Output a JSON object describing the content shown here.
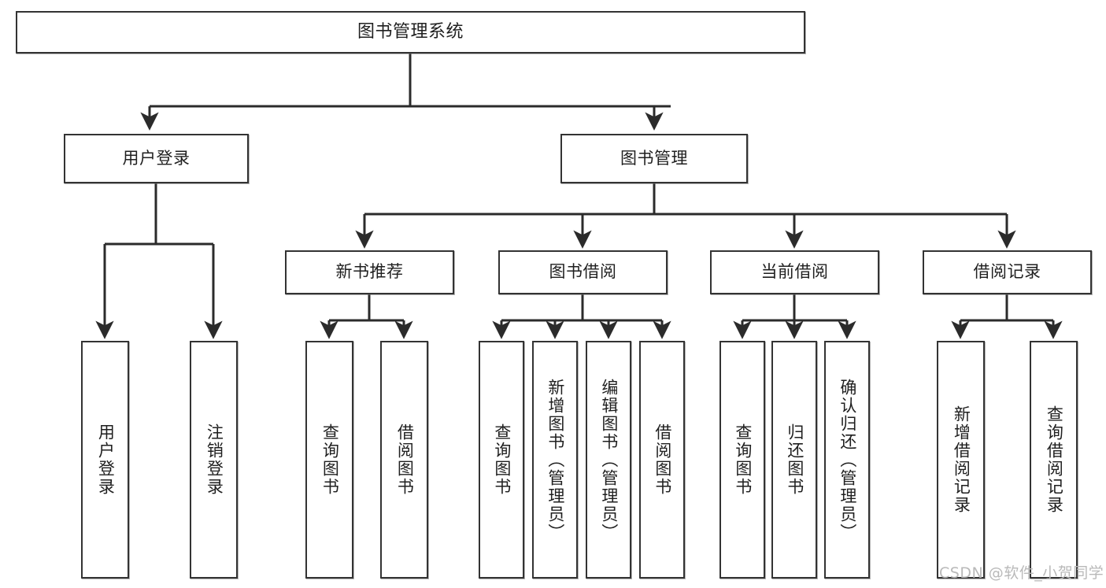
{
  "diagram": {
    "title": "图书管理系统",
    "type": "tree-structure-chart",
    "colors": {
      "box_border": "#333333",
      "box_fill": "#ffffff",
      "edge": "#2b2b2b",
      "text": "#1f1f1f",
      "watermark": "#b9b9b9",
      "background": "#ffffff"
    }
  },
  "nodes": {
    "root": {
      "label": "图书管理系统"
    },
    "level2": [
      {
        "id": "user-login",
        "label": "用户登录"
      },
      {
        "id": "book-manage",
        "label": "图书管理"
      }
    ],
    "level3": [
      {
        "id": "new-book-recommend",
        "label": "新书推荐"
      },
      {
        "id": "book-borrow",
        "label": "图书借阅"
      },
      {
        "id": "current-borrow",
        "label": "当前借阅"
      },
      {
        "id": "borrow-record",
        "label": "借阅记录"
      }
    ],
    "leaves": {
      "user_login": [
        {
          "id": "leaf-user-login",
          "label": "用户登录"
        },
        {
          "id": "leaf-logout-login",
          "label": "注销登录"
        }
      ],
      "new_book_recommend": [
        {
          "id": "leaf-query-book-1",
          "label": "查询图书"
        },
        {
          "id": "leaf-borrow-book-1",
          "label": "借阅图书"
        }
      ],
      "book_borrow": [
        {
          "id": "leaf-query-book-2",
          "label": "查询图书"
        },
        {
          "id": "leaf-add-book",
          "label": "新增图书（管理员）"
        },
        {
          "id": "leaf-edit-book",
          "label": "编辑图书（管理员）"
        },
        {
          "id": "leaf-borrow-book-2",
          "label": "借阅图书"
        }
      ],
      "current_borrow": [
        {
          "id": "leaf-query-book-3",
          "label": "查询图书"
        },
        {
          "id": "leaf-return-book",
          "label": "归还图书"
        },
        {
          "id": "leaf-confirm-return",
          "label": "确认归还（管理员）"
        }
      ],
      "borrow_record": [
        {
          "id": "leaf-add-borrow-record",
          "label": "新增借阅记录"
        },
        {
          "id": "leaf-query-borrow-record",
          "label": "查询借阅记录"
        }
      ]
    }
  },
  "watermark": {
    "text": "CSDN @软件_小贺同学"
  }
}
